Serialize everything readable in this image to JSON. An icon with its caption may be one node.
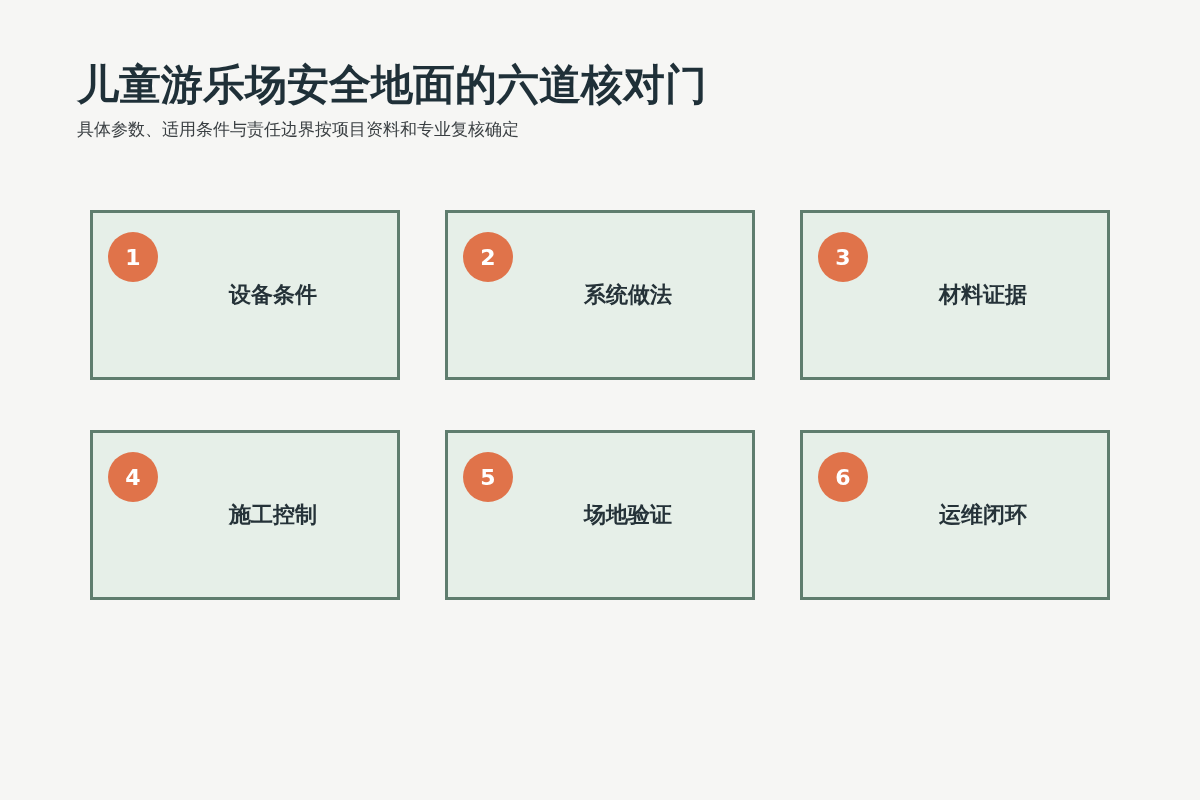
{
  "diagram": {
    "title": "儿童游乐场安全地面的六道核对门",
    "nodes": [
      {
        "text": [
          "设备条件"
        ]
      },
      {
        "text": [
          "1"
        ],
        "in": 0
      },
      {
        "text": [
          "系统做法"
        ]
      },
      {
        "text": [
          "2"
        ],
        "in": 2
      },
      {
        "text": [
          "材料证据"
        ]
      },
      {
        "text": [
          "3"
        ],
        "in": 4
      },
      {
        "text": [
          "施工控制"
        ]
      },
      {
        "text": [
          "4"
        ],
        "in": 6
      },
      {
        "text": [
          "场地验证"
        ]
      },
      {
        "text": [
          "5"
        ],
        "in": 8
      },
      {
        "text": [
          "运维闭环"
        ]
      },
      {
        "text": [
          "6"
        ],
        "in": 10
      }
    ],
    "edges": [],
    "labels": [
      "具体参数、适用条件与责任边界按项目资料和专业复核确定"
    ]
  }
}
